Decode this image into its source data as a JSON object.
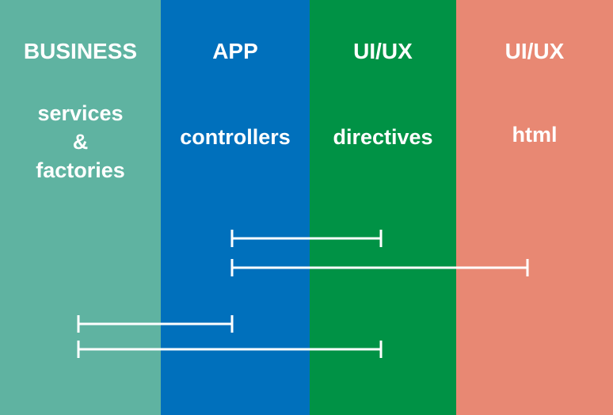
{
  "colors": {
    "business": "#5fb3a1",
    "app": "#0070bc",
    "directives": "#009245",
    "html": "#e88873",
    "text": "#ffffff",
    "connector": "#ffffff"
  },
  "columns": [
    {
      "id": "business",
      "title": "BUSINESS",
      "lines": [
        "services",
        "&",
        "factories"
      ]
    },
    {
      "id": "app",
      "title": "APP",
      "lines": [
        "controllers"
      ]
    },
    {
      "id": "directives",
      "title": "UI/UX",
      "lines": [
        "directives"
      ]
    },
    {
      "id": "html",
      "title": "UI/UX",
      "lines": [
        "html"
      ]
    }
  ],
  "connectors": [
    {
      "from": "app",
      "to": "directives"
    },
    {
      "from": "app",
      "to": "html"
    },
    {
      "from": "business",
      "to": "app"
    },
    {
      "from": "business",
      "to": "directives"
    }
  ]
}
